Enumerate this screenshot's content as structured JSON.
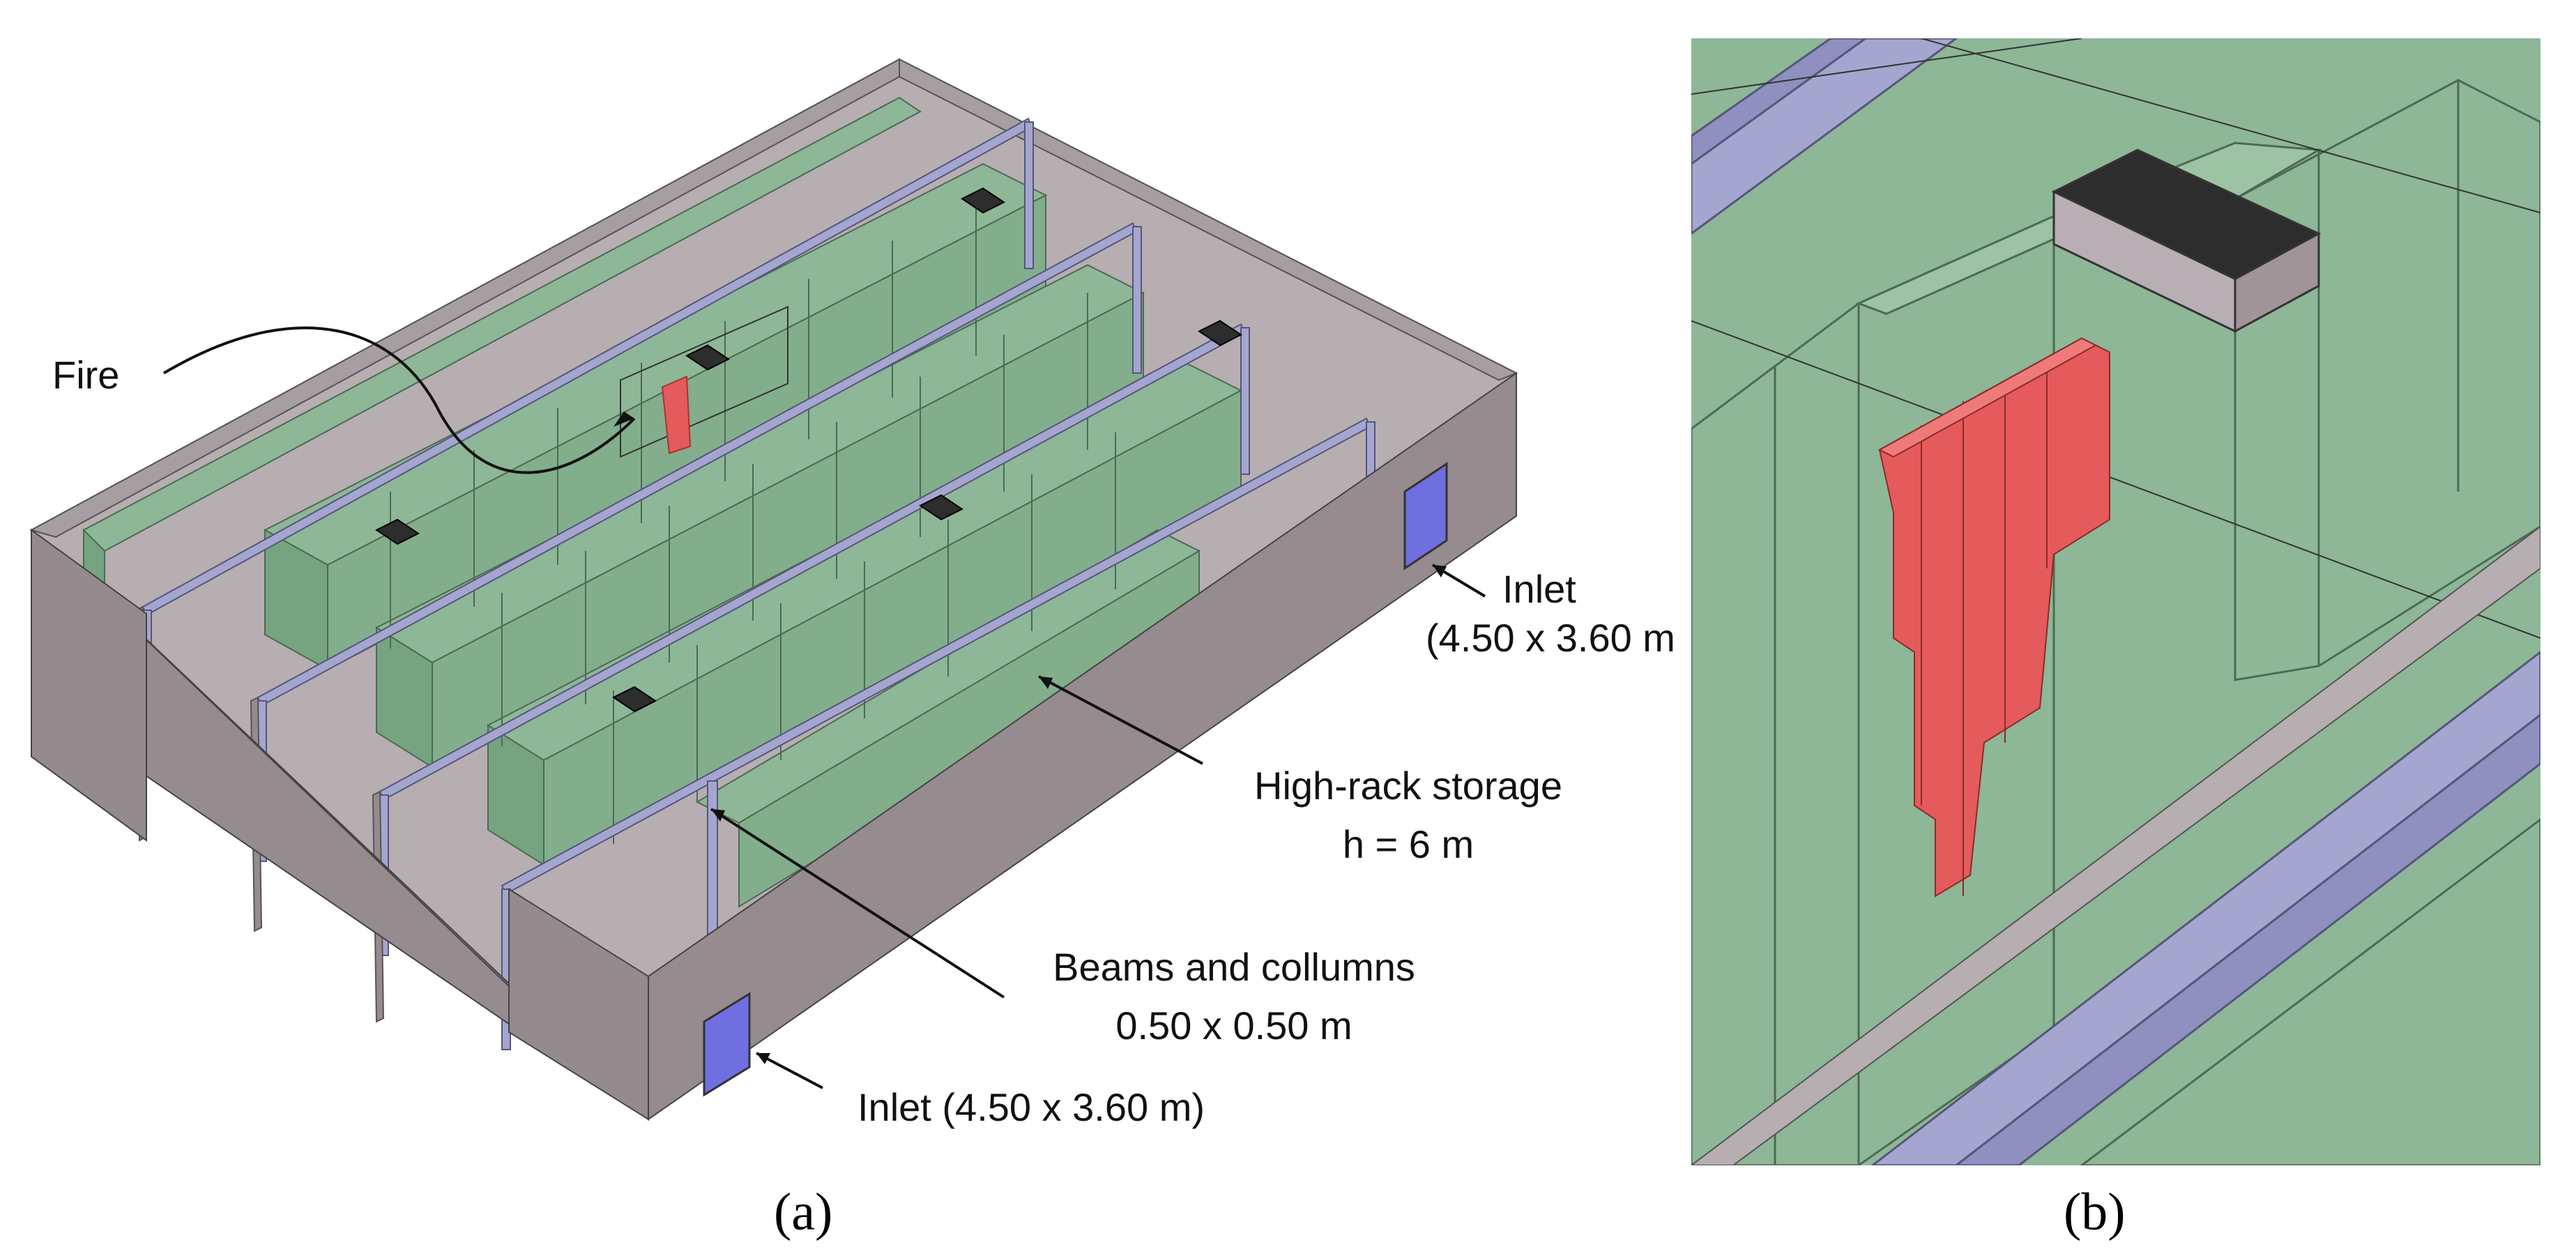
{
  "panel_a": {
    "panel_label": "(a)",
    "labels": {
      "fire": "Fire",
      "inlet_right_line1": "Inlet",
      "inlet_right_line2": "(4.50 x 3.60 m",
      "storage_line1": "High-rack storage",
      "storage_line2": "h = 6 m",
      "beams_line1": "Beams and collumns",
      "beams_line2": "0.50 x 0.50 m",
      "inlet_bottom": "Inlet (4.50 x 3.60 m)"
    }
  },
  "panel_b": {
    "panel_label": "(b)"
  },
  "colors": {
    "wall": "#968b8e",
    "floor": "#b5aeb1",
    "rack": "#8db796",
    "beam": "#a5a6cf",
    "inlet": "#6f6fe0",
    "fire": "#e55a5a",
    "detector": "#2d2d2d"
  }
}
